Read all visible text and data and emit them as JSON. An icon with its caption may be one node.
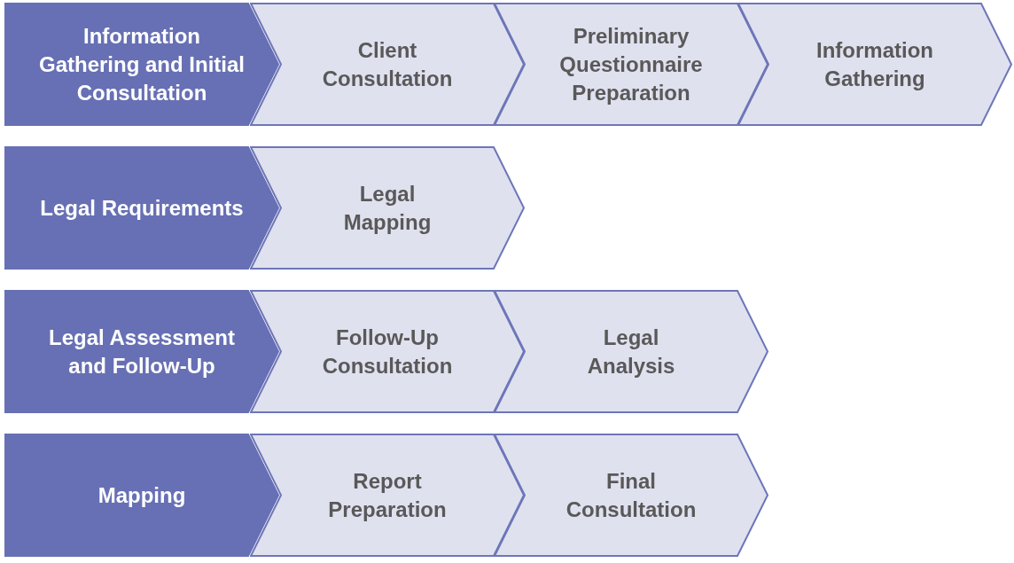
{
  "diagram": {
    "nodes": [
      {
        "text": [
          "Information Gathering and Initial Consultation"
        ]
      },
      {
        "text": [
          "Client Consultation"
        ]
      },
      {
        "text": [
          "Preliminary Questionnaire Preparation"
        ]
      },
      {
        "text": [
          "Information Gathering"
        ]
      },
      {
        "text": [
          "Legal Requirements"
        ]
      },
      {
        "text": [
          "Legal Mapping"
        ]
      },
      {
        "text": [
          "Legal Assessment and Follow-Up"
        ]
      },
      {
        "text": [
          "Follow-Up Consultation"
        ]
      },
      {
        "text": [
          "Legal Analysis"
        ]
      },
      {
        "text": [
          "Mapping"
        ]
      },
      {
        "text": [
          "Report Preparation"
        ]
      },
      {
        "text": [
          "Final Consultation"
        ]
      }
    ]
  }
}
